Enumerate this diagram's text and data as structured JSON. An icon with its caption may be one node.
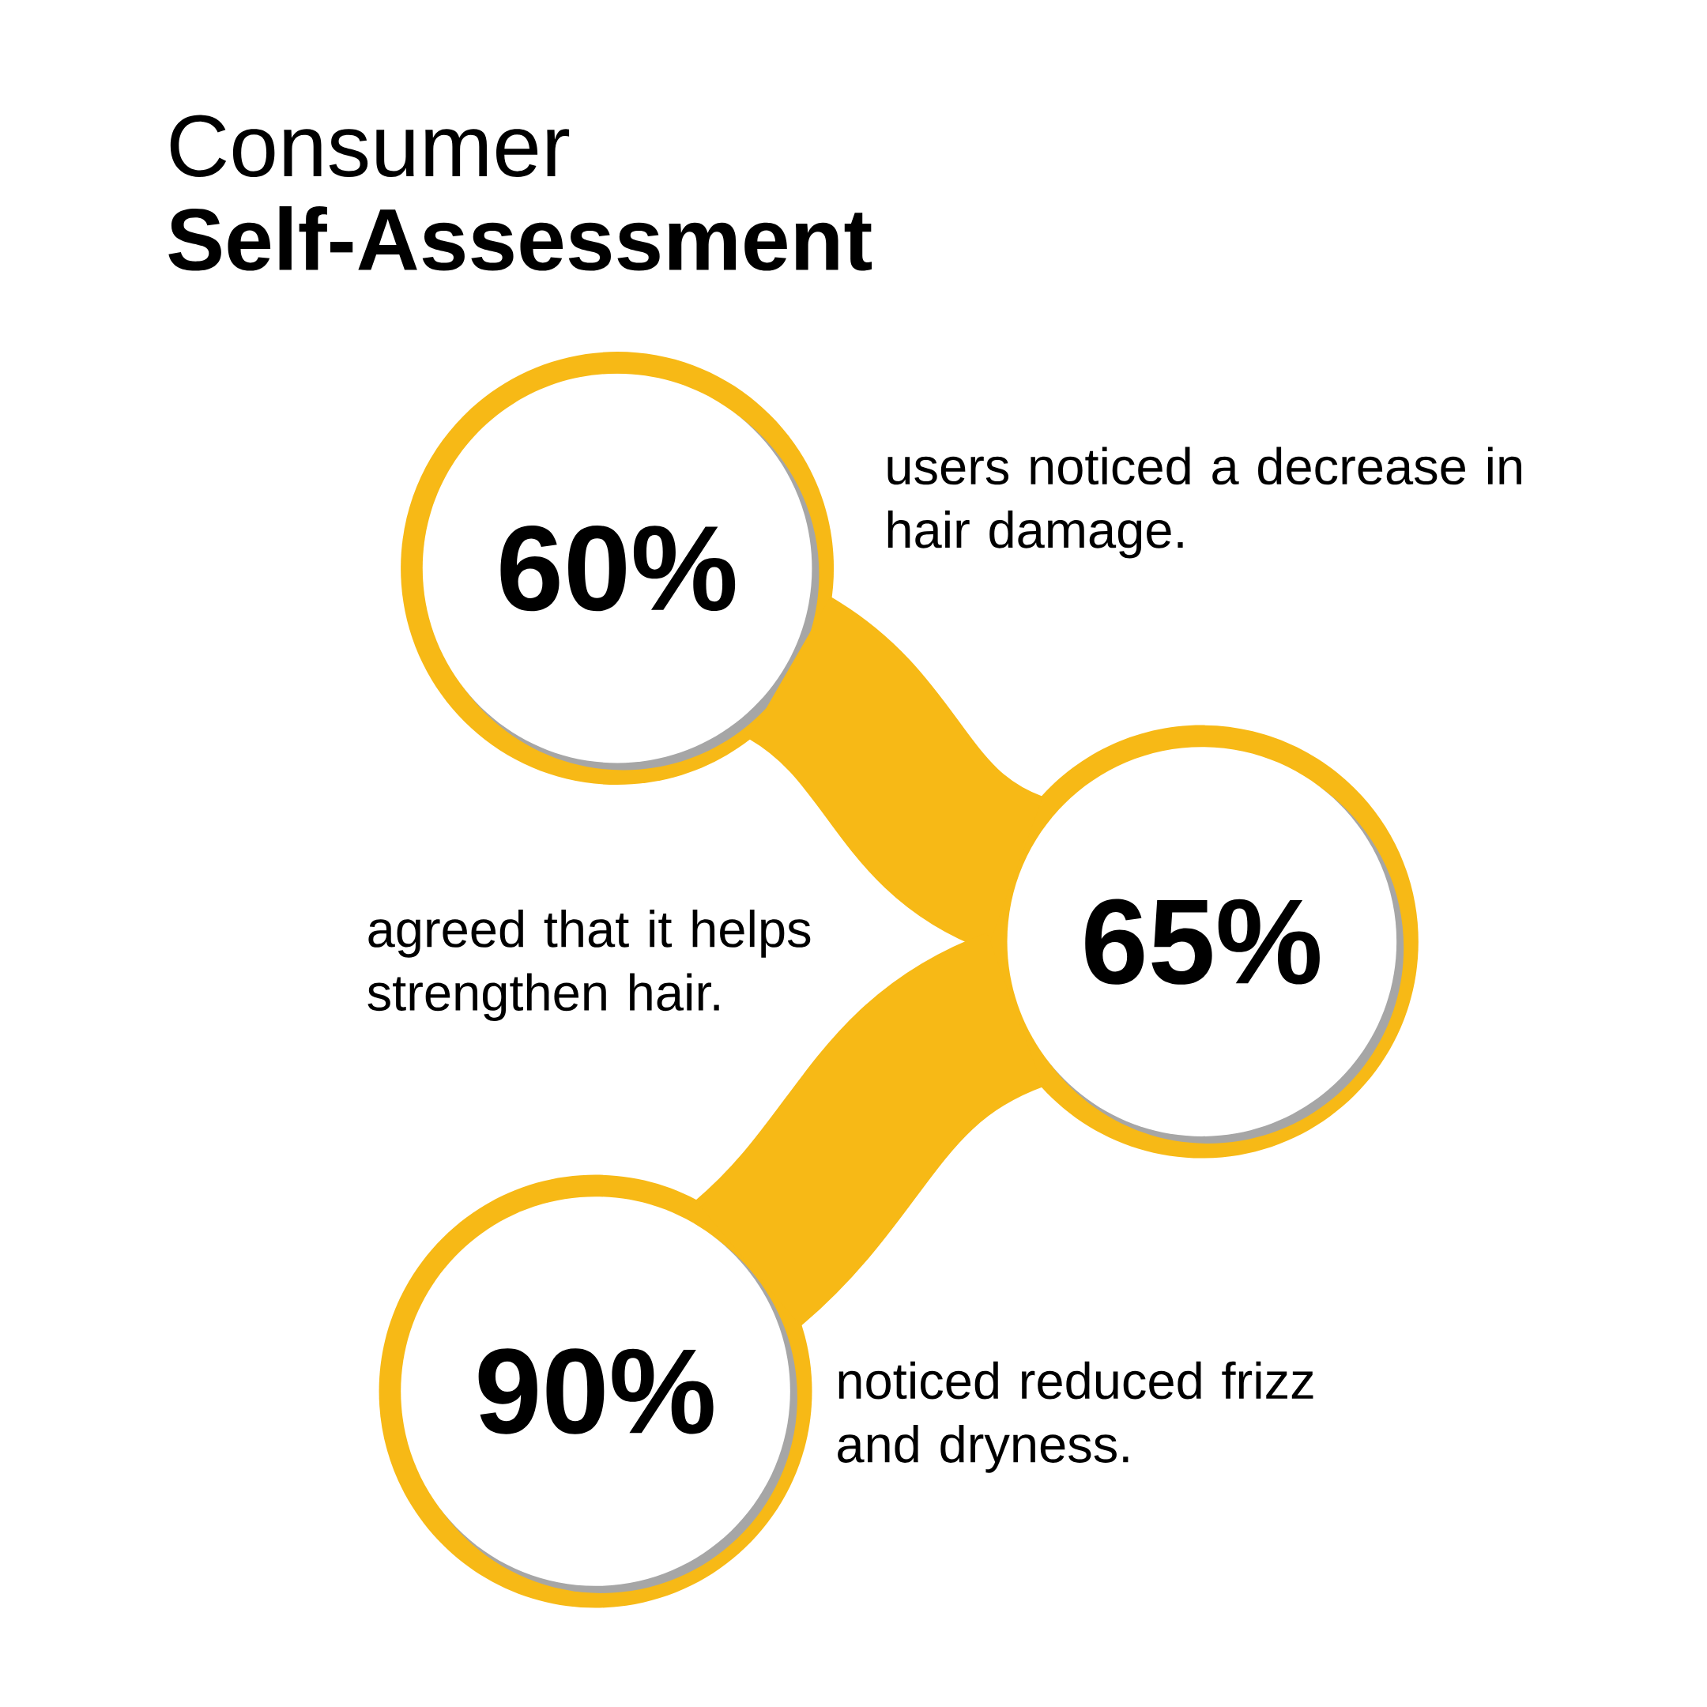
{
  "diagram": {
    "title": "Consumer **Self-Assessment**",
    "nodes": [
      {
        "text": [
          "60%"
        ],
        "beside": [
          "users noticed a decrease in hair damage."
        ]
      },
      {
        "text": [
          "65%"
        ],
        "beside": [
          "agreed that it helps strengthen hair."
        ]
      },
      {
        "text": [
          "90%"
        ],
        "beside": [
          "noticed reduced frizz and dryness."
        ]
      }
    ],
    "edges": [
      {
        "from": 0,
        "to": 1,
        "arrow": "none"
      },
      {
        "from": 1,
        "to": 2,
        "arrow": "none"
      }
    ]
  }
}
